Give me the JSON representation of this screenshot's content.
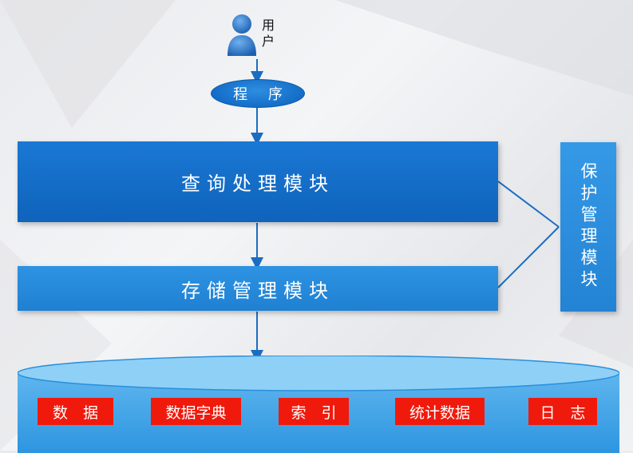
{
  "user": {
    "label": "用户"
  },
  "program": {
    "label": "程 序"
  },
  "modules": {
    "query": "查询处理模块",
    "storage": "存储管理模块",
    "protect": "保护管理模块"
  },
  "database": {
    "items": [
      "数　据",
      "数据字典",
      "索　引",
      "统计数据",
      "日　志"
    ]
  },
  "colors": {
    "module_blue": "#0f63bb",
    "light_blue": "#2383d4",
    "tag_red": "#f01a0c"
  },
  "icons": [
    "user-icon"
  ]
}
